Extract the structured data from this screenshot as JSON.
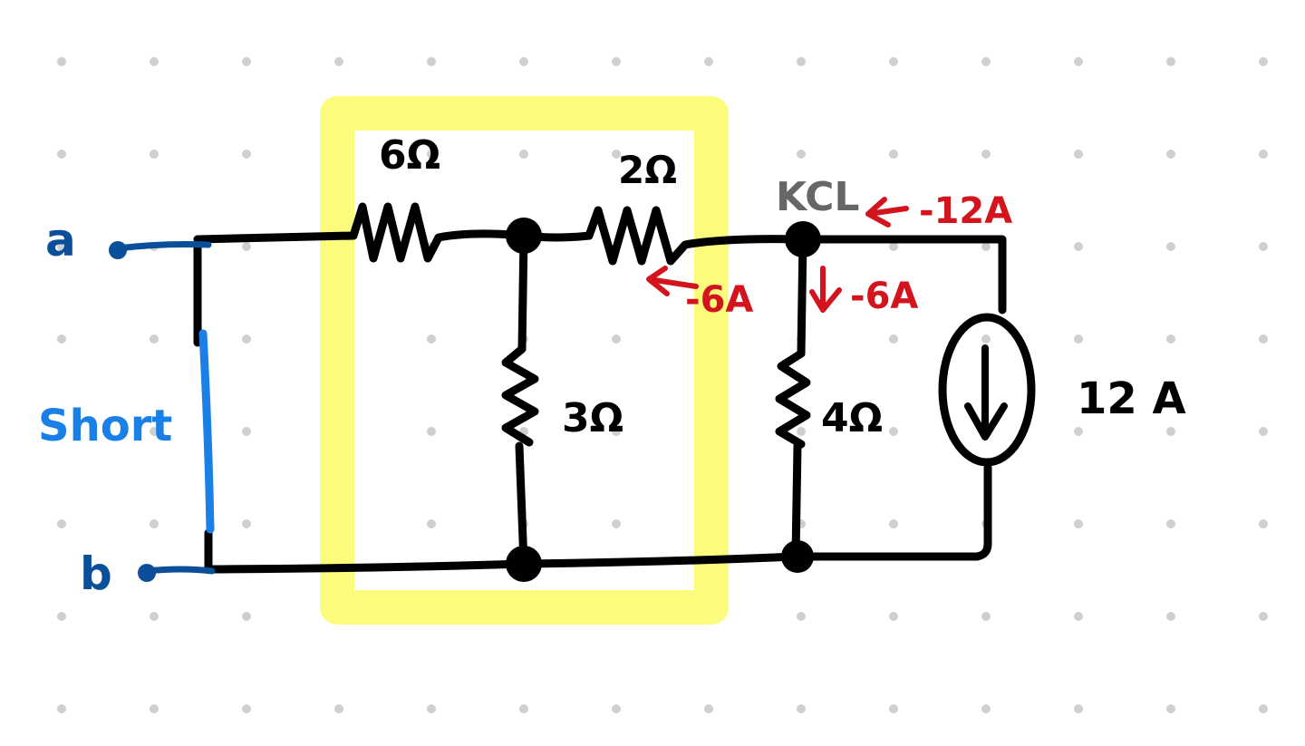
{
  "colors": {
    "background": "#ffffff",
    "dot_grid": "#cfcfcf",
    "wire": "#000000",
    "highlight": "#fbfb7c",
    "terminal": "#0b4f9a",
    "short": "#1a7fe6",
    "kcl_label": "#666666",
    "current_annotation": "#d4141c"
  },
  "terminals": {
    "a": "a",
    "b": "b"
  },
  "short_label": "Short",
  "resistors": {
    "r1": "6Ω",
    "r2": "2Ω",
    "r3": "3Ω",
    "r4": "4Ω"
  },
  "source": {
    "label": "12 A",
    "icon": "current-source-down-arrow-icon"
  },
  "annotations": {
    "kcl": "KCL",
    "current_right": "-12A",
    "current_down": "-6A",
    "current_left": "-6A"
  }
}
